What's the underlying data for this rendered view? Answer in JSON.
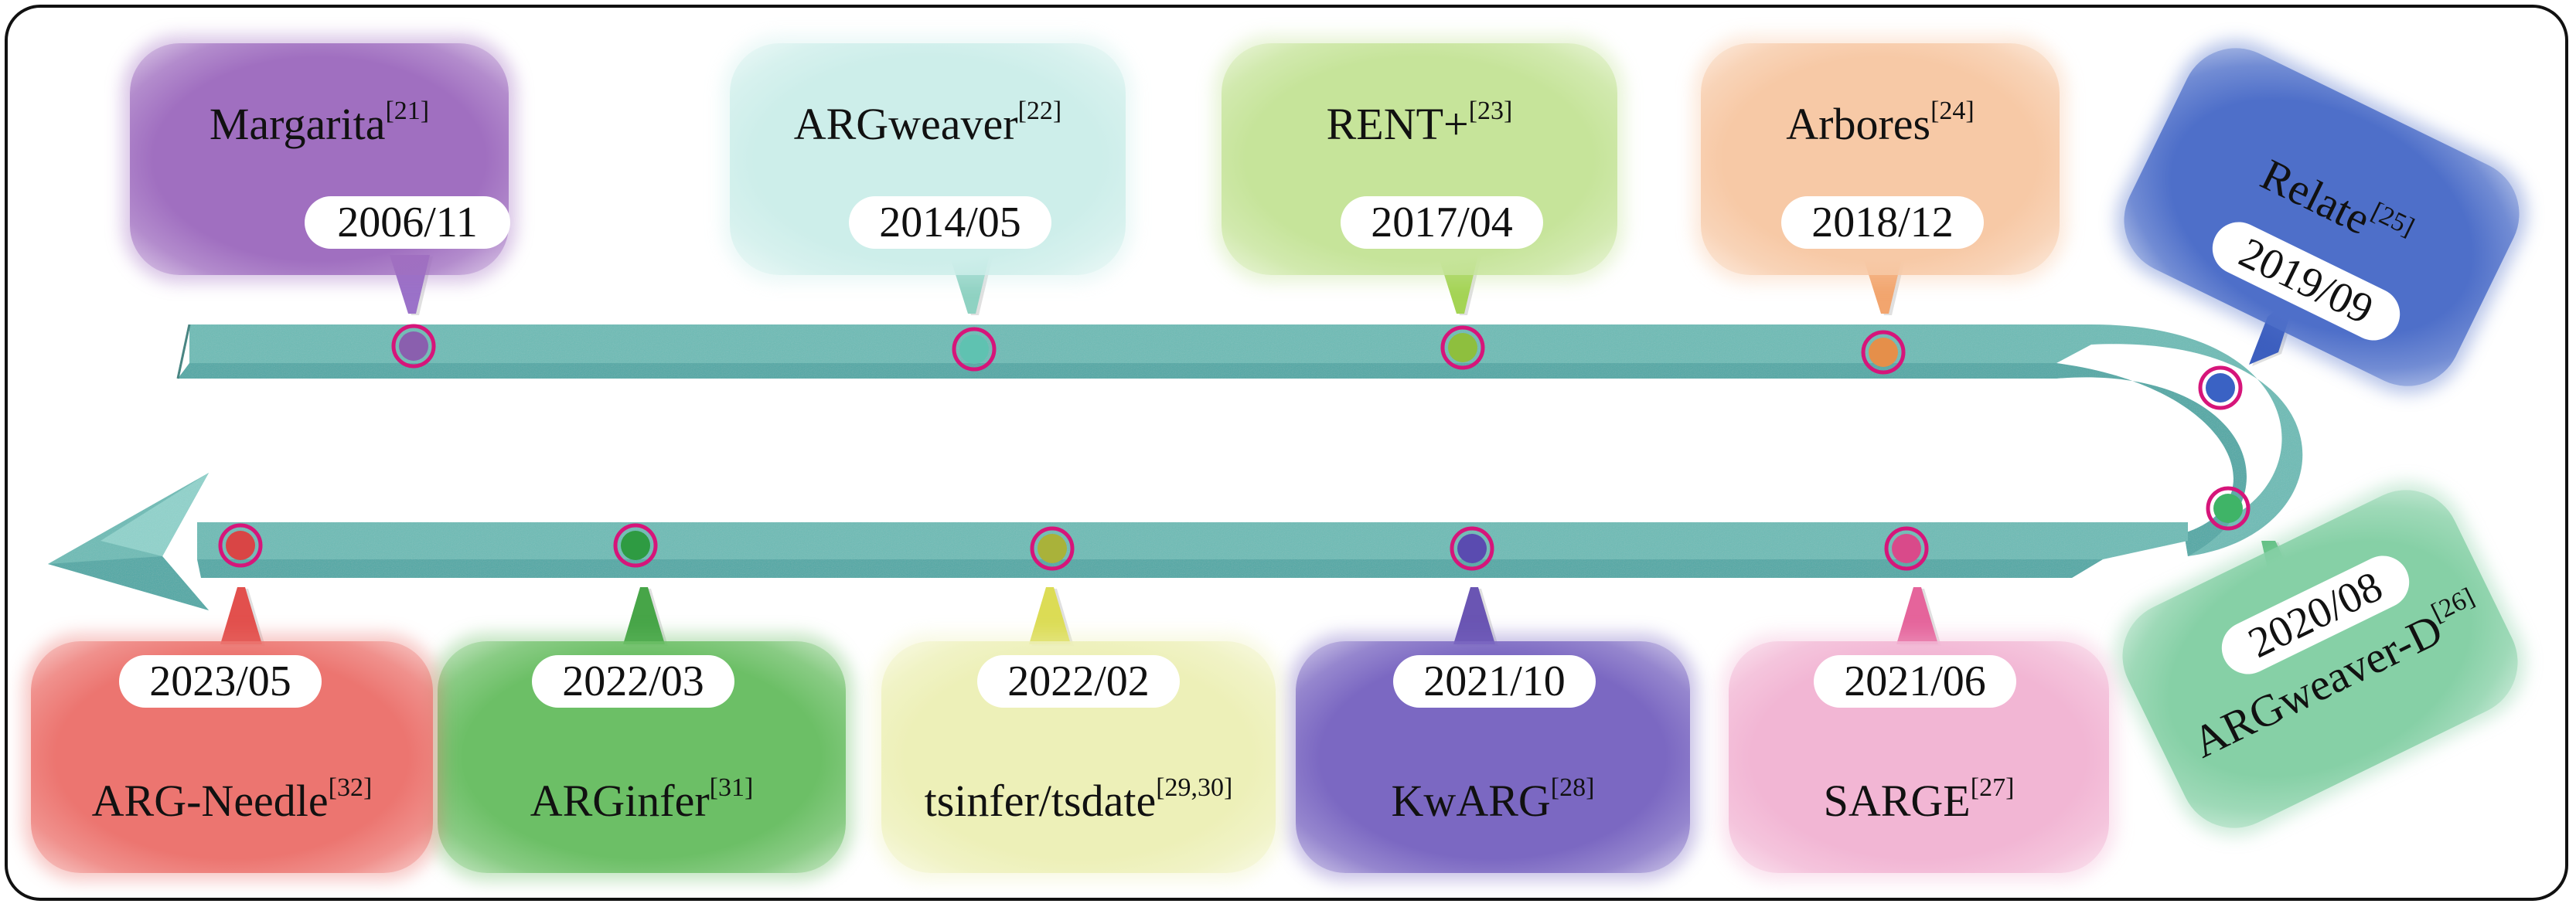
{
  "colors": {
    "track_top": "#6cbcb6",
    "track_face": "#4fa9a6",
    "track_edge": "#2f7f7c",
    "marker_ring": "#d6157a"
  },
  "events": [
    {
      "method": "Margarita",
      "ref": "[21]",
      "date": "2006/11",
      "card_color": "#a06fc0",
      "pin_color": "#9b72c9",
      "dot_color": "#8a5fae"
    },
    {
      "method": "ARGweaver",
      "ref": "[22]",
      "date": "2014/05",
      "card_color": "#cdeeea",
      "pin_color": "#8fd2c2",
      "dot_color": "#5fc2b1"
    },
    {
      "method": "RENT+",
      "ref": "[23]",
      "date": "2017/04",
      "card_color": "#c6e49a",
      "pin_color": "#a4d454",
      "dot_color": "#8ebf3e"
    },
    {
      "method": "Arbores",
      "ref": "[24]",
      "date": "2018/12",
      "card_color": "#f7c9a6",
      "pin_color": "#f2a56e",
      "dot_color": "#e58f4a"
    },
    {
      "method": "Relate",
      "ref": "[25]",
      "date": "2019/09",
      "card_color": "#4e6fc9",
      "pin_color": "#3d5fbf",
      "dot_color": "#3a62c4"
    },
    {
      "method": "ARGweaver-D",
      "ref": "[26]",
      "date": "2020/08",
      "card_color": "#86d0a6",
      "pin_color": "#5fbf80",
      "dot_color": "#3fb467"
    },
    {
      "method": "SARGE",
      "ref": "[27]",
      "date": "2021/06",
      "card_color": "#f2b6d4",
      "pin_color": "#e5649b",
      "dot_color": "#d94a8a"
    },
    {
      "method": "KwARG",
      "ref": "[28]",
      "date": "2021/10",
      "card_color": "#7b68c2",
      "pin_color": "#6a55b3",
      "dot_color": "#5a4bb0"
    },
    {
      "method": "tsinfer/tsdate",
      "ref": "[29,30]",
      "date": "2022/02",
      "card_color": "#edf0b8",
      "pin_color": "#dcdc55",
      "dot_color": "#a9b23a"
    },
    {
      "method": "ARGinfer",
      "ref": "[31]",
      "date": "2022/03",
      "card_color": "#6cbf66",
      "pin_color": "#47a548",
      "dot_color": "#2e9b42"
    },
    {
      "method": "ARG-Needle",
      "ref": "[32]",
      "date": "2023/05",
      "card_color": "#ec7570",
      "pin_color": "#e2504d",
      "dot_color": "#d94545"
    }
  ]
}
